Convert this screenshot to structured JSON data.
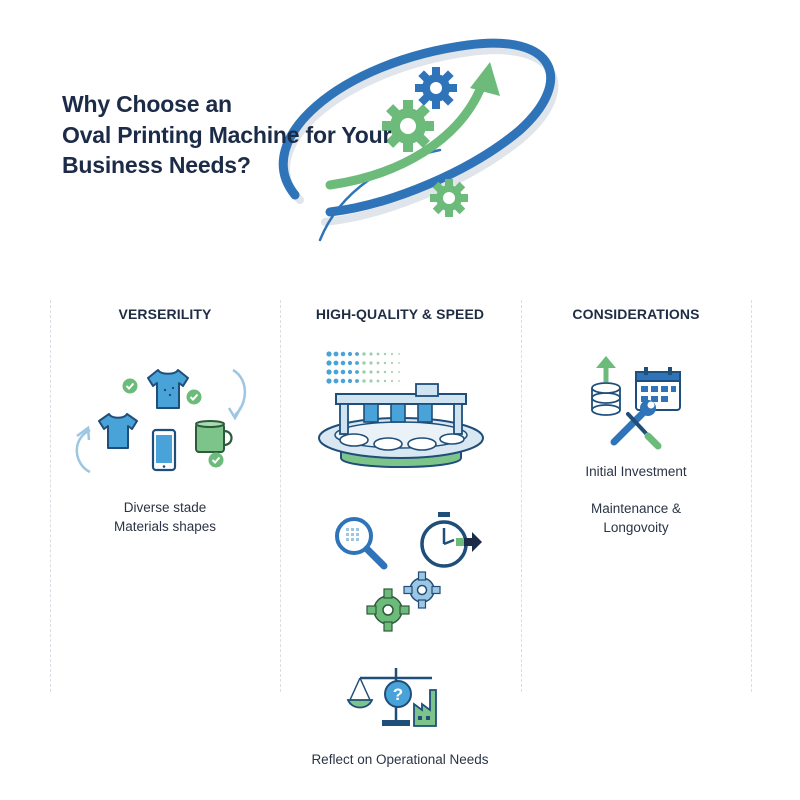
{
  "title": {
    "line1": "Why Choose an",
    "line2": "Oval Printing Machine for Your",
    "line3": "Business Needs?"
  },
  "columns": [
    {
      "heading": "VERSERILITY",
      "captions": [
        "Diverse stade",
        "Materials shapes"
      ]
    },
    {
      "heading": "HIGH-QUALITY & SPEED",
      "captions": [
        "Reflect on Operational Needs"
      ]
    },
    {
      "heading": "CONSIDERATIONS",
      "captions": [
        "Initial Investment",
        "Maintenance &",
        "Longovoity"
      ]
    }
  ],
  "colors": {
    "navy": "#1c2b47",
    "blue": "#2f74b8",
    "light_blue": "#4aa3d8",
    "green": "#6dbb7a",
    "pale_blue": "#cfe3f1"
  }
}
